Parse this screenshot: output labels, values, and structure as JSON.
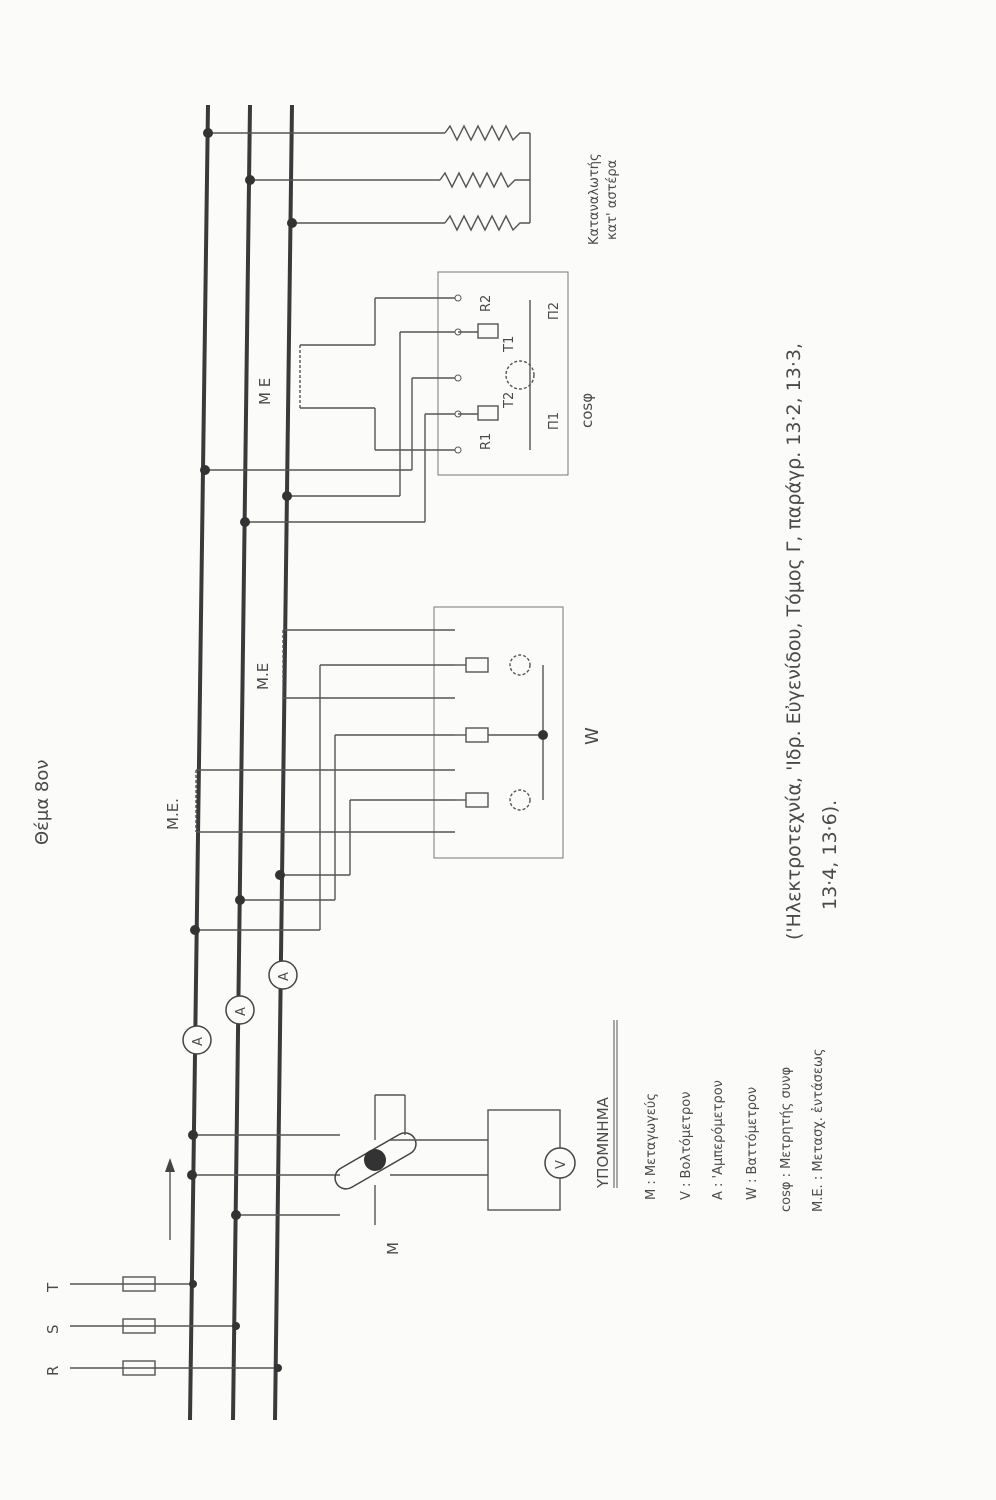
{
  "title": "Θέμα 8ον",
  "phases": [
    "R",
    "S",
    "T"
  ],
  "load_label": [
    "Καταναλωτής",
    "κατ' αστέρα"
  ],
  "cosphi_meter": {
    "label": "cosφ",
    "parts": [
      "R1",
      "R2",
      "T1",
      "T2",
      "Π1",
      "Π2"
    ]
  },
  "wattmeter": {
    "label": "W"
  },
  "transformer_labels": [
    "M E",
    "M.E",
    "M.E."
  ],
  "ammeter_label": "A",
  "voltmeter_label": "V",
  "switch_label": "M",
  "legend": {
    "heading": "ΥΠΟΜΝΗΜΑ",
    "items": [
      "M : Μεταγωγεύς",
      "V : Βολτόμετρον",
      "A : 'Αμπερόμετρον",
      "W : Βαττόμετρον",
      "cosφ : Μετρητής συνφ",
      "M.E. : Μετασχ. ἐντάσεως"
    ]
  },
  "citation": [
    "('Ηλεκτροτεχνία, 'Ιδρ. Εὐγενίδου, Τόμος Γ, παράγρ. 13·2, 13·3,",
    "13·4, 13·6)."
  ]
}
